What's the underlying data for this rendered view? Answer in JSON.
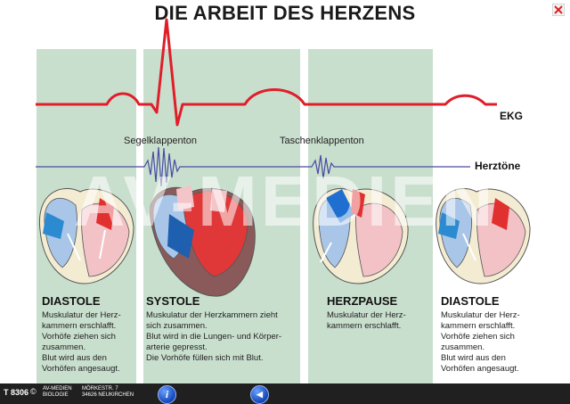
{
  "title": "DIE ARBEIT DES HERZENS",
  "labels": {
    "ekg": "EKG",
    "herztoene": "Herztöne",
    "segelklappenton": "Segelklappenton",
    "taschenklappenton": "Taschenklappenton"
  },
  "watermark": "AV-MEDIEN",
  "phases": [
    {
      "title": "DIASTOLE",
      "text": "Muskulatur der Herz-\nkammern erschlafft.\nVorhöfe ziehen sich\nzusammen.\nBlut wird aus den\nVorhöfen angesaugt."
    },
    {
      "title": "SYSTOLE",
      "text": "Muskulatur der Herzkammern zieht\nsich zusammen.\nBlut wird in die Lungen- und Körper-\narterie gepresst.\nDie Vorhöfe füllen sich mit Blut."
    },
    {
      "title": "HERZPAUSE",
      "text": "Muskulatur der Herz-\nkammern erschlafft."
    },
    {
      "title": "DIASTOLE",
      "text": "Muskulatur der Herz-\nkammern erschlafft.\nVorhöfe ziehen sich\nzusammen.\nBlut wird aus den\nVorhöfen angesaugt."
    }
  ],
  "footer": {
    "code": "T 8306",
    "copyright": "©",
    "publisher_line1": "AV-MEDIEN",
    "publisher_line2": "BIOLOGIE",
    "address_line1": "MÖRKESTR. 7",
    "address_line2": "34626 NEUKIRCHEN",
    "info_button": "i",
    "back_button": "◀"
  },
  "icons": {
    "close": "close-icon",
    "info": "info-icon",
    "back": "back-arrow-icon"
  },
  "colors": {
    "panel": "#c9dfce",
    "ekg_line": "#e01e2a",
    "heart_sound_line": "#4a4aa0",
    "footer": "#202020"
  }
}
